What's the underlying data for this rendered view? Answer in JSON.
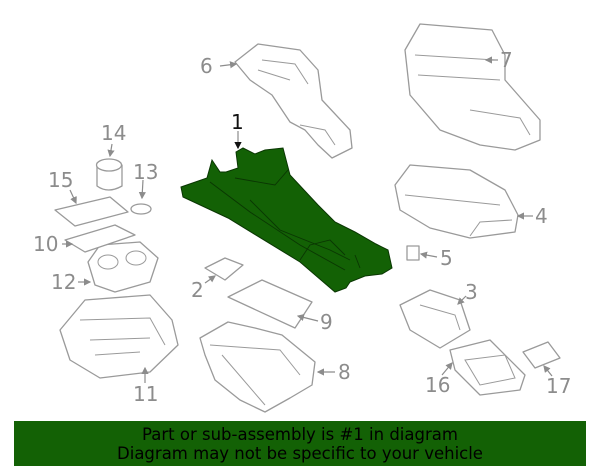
{
  "diagram": {
    "highlight_color": "#136105",
    "callouts": [
      "1",
      "2",
      "3",
      "4",
      "5",
      "6",
      "7",
      "8",
      "9",
      "10",
      "11",
      "12",
      "13",
      "14",
      "15",
      "16",
      "17"
    ]
  },
  "banner": {
    "line1": "Part or sub-assembly is #1 in diagram",
    "line2": "Diagram may not be specific to your vehicle"
  }
}
